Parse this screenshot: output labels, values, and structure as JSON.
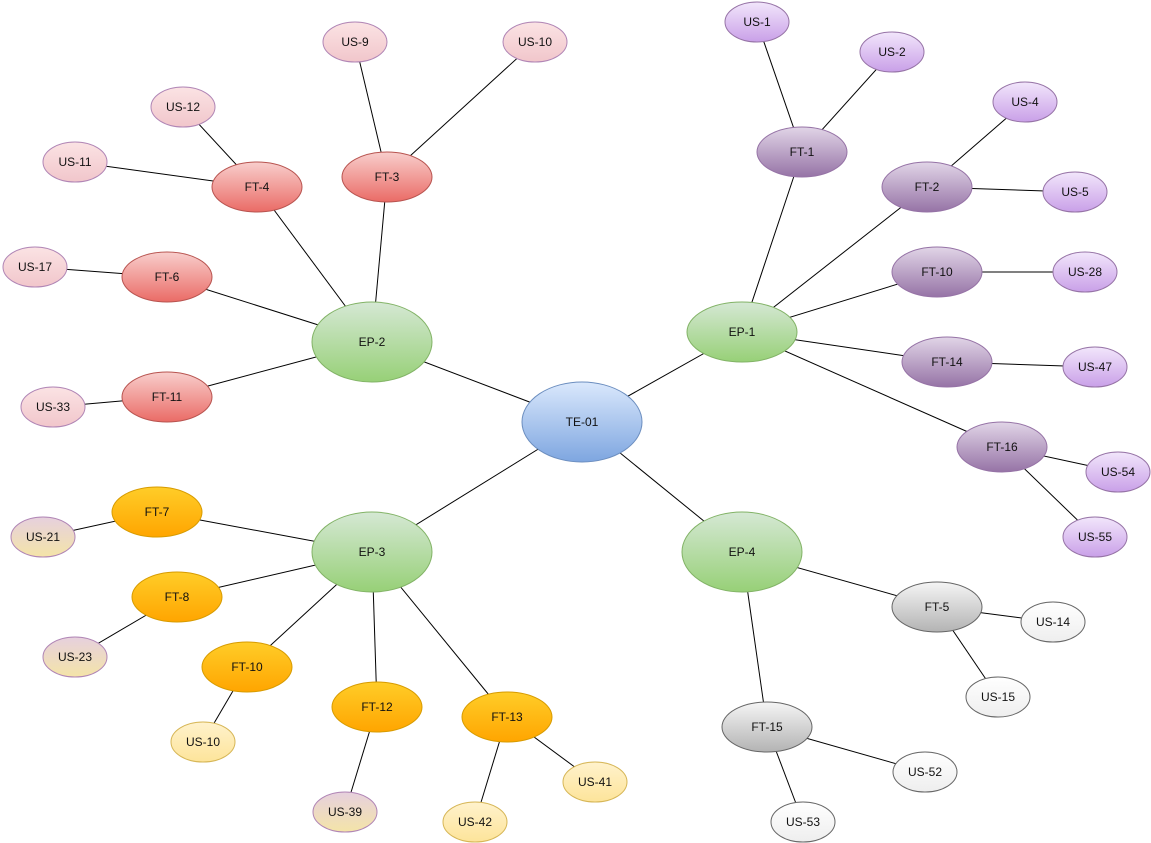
{
  "palette": {
    "blue": {
      "top": "#dae8fc",
      "bottom": "#7ea6e0",
      "stroke": "#6c8ebf"
    },
    "green": {
      "top": "#d5e8d4",
      "bottom": "#97d077",
      "stroke": "#82b366"
    },
    "red": {
      "top": "#f8cecc",
      "bottom": "#ea6b66",
      "stroke": "#b85450"
    },
    "pink": {
      "top": "#fbe3e4",
      "bottom": "#f1c6cb",
      "stroke": "#b085b5"
    },
    "violet": {
      "top": "#e1d5e7",
      "bottom": "#9673a6",
      "stroke": "#9673a6"
    },
    "lilac": {
      "top": "#f2e6fb",
      "bottom": "#c9a0e8",
      "stroke": "#9673a6"
    },
    "orange": {
      "top": "#ffcd28",
      "bottom": "#ffa500",
      "stroke": "#d79b00"
    },
    "cream": {
      "top": "#fff2cc",
      "bottom": "#fde49a",
      "stroke": "#d6b656"
    },
    "sand": {
      "top": "#e6d0de",
      "bottom": "#f4e4a8",
      "stroke": "#b085b5"
    },
    "gray": {
      "top": "#f5f5f5",
      "bottom": "#b3b3b3",
      "stroke": "#666666"
    },
    "white": {
      "top": "#ffffff",
      "bottom": "#eeeeee",
      "stroke": "#666666"
    }
  },
  "nodes": [
    {
      "id": "TE-01",
      "label": "TE-01",
      "color": "blue"
    },
    {
      "id": "EP-1",
      "label": "EP-1",
      "color": "green"
    },
    {
      "id": "EP-2",
      "label": "EP-2",
      "color": "green"
    },
    {
      "id": "EP-3",
      "label": "EP-3",
      "color": "green"
    },
    {
      "id": "EP-4",
      "label": "EP-4",
      "color": "green"
    },
    {
      "id": "FT-1",
      "label": "FT-1",
      "color": "violet"
    },
    {
      "id": "FT-2",
      "label": "FT-2",
      "color": "violet"
    },
    {
      "id": "FT-10a",
      "label": "FT-10",
      "color": "violet"
    },
    {
      "id": "FT-14",
      "label": "FT-14",
      "color": "violet"
    },
    {
      "id": "FT-16",
      "label": "FT-16",
      "color": "violet"
    },
    {
      "id": "US-1",
      "label": "US-1",
      "color": "lilac"
    },
    {
      "id": "US-2",
      "label": "US-2",
      "color": "lilac"
    },
    {
      "id": "US-4",
      "label": "US-4",
      "color": "lilac"
    },
    {
      "id": "US-5",
      "label": "US-5",
      "color": "lilac"
    },
    {
      "id": "US-28",
      "label": "US-28",
      "color": "lilac"
    },
    {
      "id": "US-47",
      "label": "US-47",
      "color": "lilac"
    },
    {
      "id": "US-54",
      "label": "US-54",
      "color": "lilac"
    },
    {
      "id": "US-55",
      "label": "US-55",
      "color": "lilac"
    },
    {
      "id": "FT-3",
      "label": "FT-3",
      "color": "red"
    },
    {
      "id": "FT-4",
      "label": "FT-4",
      "color": "red"
    },
    {
      "id": "FT-6",
      "label": "FT-6",
      "color": "red"
    },
    {
      "id": "FT-11",
      "label": "FT-11",
      "color": "red"
    },
    {
      "id": "US-9",
      "label": "US-9",
      "color": "pink"
    },
    {
      "id": "US-10a",
      "label": "US-10",
      "color": "pink"
    },
    {
      "id": "US-11",
      "label": "US-11",
      "color": "pink"
    },
    {
      "id": "US-12",
      "label": "US-12",
      "color": "pink"
    },
    {
      "id": "US-17",
      "label": "US-17",
      "color": "pink"
    },
    {
      "id": "US-33",
      "label": "US-33",
      "color": "pink"
    },
    {
      "id": "FT-7",
      "label": "FT-7",
      "color": "orange"
    },
    {
      "id": "FT-8",
      "label": "FT-8",
      "color": "orange"
    },
    {
      "id": "FT-10b",
      "label": "FT-10",
      "color": "orange"
    },
    {
      "id": "FT-12",
      "label": "FT-12",
      "color": "orange"
    },
    {
      "id": "FT-13",
      "label": "FT-13",
      "color": "orange"
    },
    {
      "id": "US-21",
      "label": "US-21",
      "color": "sand"
    },
    {
      "id": "US-23",
      "label": "US-23",
      "color": "sand"
    },
    {
      "id": "US-10b",
      "label": "US-10",
      "color": "cream"
    },
    {
      "id": "US-39",
      "label": "US-39",
      "color": "sand"
    },
    {
      "id": "US-41",
      "label": "US-41",
      "color": "cream"
    },
    {
      "id": "US-42",
      "label": "US-42",
      "color": "cream"
    },
    {
      "id": "FT-5",
      "label": "FT-5",
      "color": "gray"
    },
    {
      "id": "FT-15",
      "label": "FT-15",
      "color": "gray"
    },
    {
      "id": "US-14",
      "label": "US-14",
      "color": "white"
    },
    {
      "id": "US-15",
      "label": "US-15",
      "color": "white"
    },
    {
      "id": "US-52",
      "label": "US-52",
      "color": "white"
    },
    {
      "id": "US-53",
      "label": "US-53",
      "color": "white"
    }
  ],
  "edges": [
    [
      "TE-01",
      "EP-1"
    ],
    [
      "TE-01",
      "EP-2"
    ],
    [
      "TE-01",
      "EP-3"
    ],
    [
      "TE-01",
      "EP-4"
    ],
    [
      "EP-1",
      "FT-1"
    ],
    [
      "EP-1",
      "FT-2"
    ],
    [
      "EP-1",
      "FT-10a"
    ],
    [
      "EP-1",
      "FT-14"
    ],
    [
      "EP-1",
      "FT-16"
    ],
    [
      "FT-1",
      "US-1"
    ],
    [
      "FT-1",
      "US-2"
    ],
    [
      "FT-2",
      "US-4"
    ],
    [
      "FT-2",
      "US-5"
    ],
    [
      "FT-10a",
      "US-28"
    ],
    [
      "FT-14",
      "US-47"
    ],
    [
      "FT-16",
      "US-54"
    ],
    [
      "FT-16",
      "US-55"
    ],
    [
      "EP-2",
      "FT-3"
    ],
    [
      "EP-2",
      "FT-4"
    ],
    [
      "EP-2",
      "FT-6"
    ],
    [
      "EP-2",
      "FT-11"
    ],
    [
      "FT-3",
      "US-9"
    ],
    [
      "FT-3",
      "US-10a"
    ],
    [
      "FT-4",
      "US-11"
    ],
    [
      "FT-4",
      "US-12"
    ],
    [
      "FT-6",
      "US-17"
    ],
    [
      "FT-11",
      "US-33"
    ],
    [
      "EP-3",
      "FT-7"
    ],
    [
      "EP-3",
      "FT-8"
    ],
    [
      "EP-3",
      "FT-10b"
    ],
    [
      "EP-3",
      "FT-12"
    ],
    [
      "EP-3",
      "FT-13"
    ],
    [
      "FT-7",
      "US-21"
    ],
    [
      "FT-8",
      "US-23"
    ],
    [
      "FT-10b",
      "US-10b"
    ],
    [
      "FT-12",
      "US-39"
    ],
    [
      "FT-13",
      "US-41"
    ],
    [
      "FT-13",
      "US-42"
    ],
    [
      "EP-4",
      "FT-5"
    ],
    [
      "EP-4",
      "FT-15"
    ],
    [
      "FT-5",
      "US-14"
    ],
    [
      "FT-5",
      "US-15"
    ],
    [
      "FT-15",
      "US-52"
    ],
    [
      "FT-15",
      "US-53"
    ]
  ]
}
